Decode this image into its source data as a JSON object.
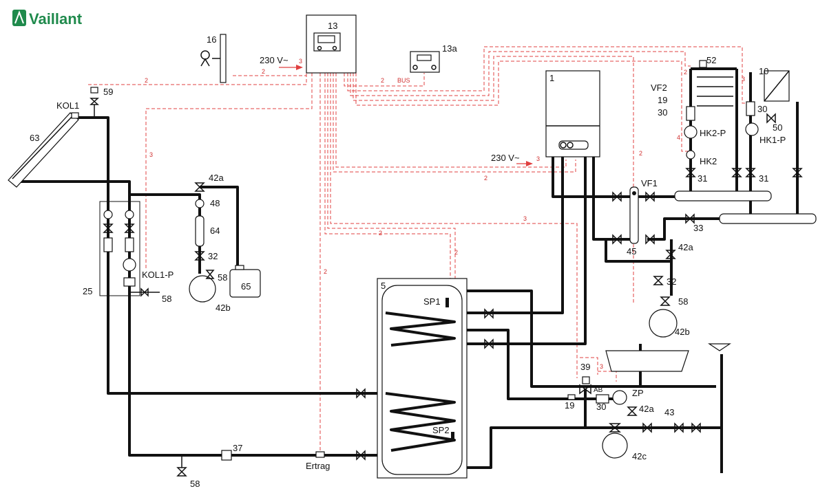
{
  "brand": {
    "name": "Vaillant",
    "color": "#1f8a4c",
    "logo_icon": "hare-logo-icon"
  },
  "colors": {
    "pipe": "#111111",
    "signal": "#e04040"
  },
  "labels": {
    "l1": "1",
    "l5": "5",
    "l10": "10",
    "l13": "13",
    "l13a": "13a",
    "l16": "16",
    "l19a": "19",
    "l19b": "19",
    "l25": "25",
    "l30a": "30",
    "l30b": "30",
    "l30c": "30",
    "l31a": "31",
    "l31b": "31",
    "l32a": "32",
    "l32b": "32",
    "l33": "33",
    "l37": "37",
    "l39": "39",
    "l42a1": "42a",
    "l42a2": "42a",
    "l42a3": "42a",
    "l42b1": "42b",
    "l42b2": "42b",
    "l42c": "42c",
    "l43": "43",
    "l45": "45",
    "l48": "48",
    "l50": "50",
    "l52": "52",
    "l58a": "58",
    "l58b": "58",
    "l58c": "58",
    "l58d": "58",
    "l59": "59",
    "l63": "63",
    "l64": "64",
    "l65": "65",
    "kol1": "KOL1",
    "kol1p": "KOL1-P",
    "hk2p": "HK2-P",
    "hk2": "HK2",
    "hk1p": "HK1-P",
    "vf1": "VF1",
    "vf2": "VF2",
    "zp": "ZP",
    "sp1": "SP1",
    "sp2": "SP2",
    "ertrag": "Ertrag",
    "v230a": "230 V~",
    "v230b": "230 V~",
    "bus": "BUS",
    "ab": "AB",
    "c2a": "2",
    "c2b": "2",
    "c2c": "2",
    "c2d": "2",
    "c2e": "2",
    "c2f": "2",
    "c2g": "2",
    "c2h": "2",
    "c2i": "2",
    "c3a": "3",
    "c3b": "3",
    "c3c": "3",
    "c3d": "3",
    "c3e": "3",
    "c3f": "3",
    "c4": "4"
  }
}
